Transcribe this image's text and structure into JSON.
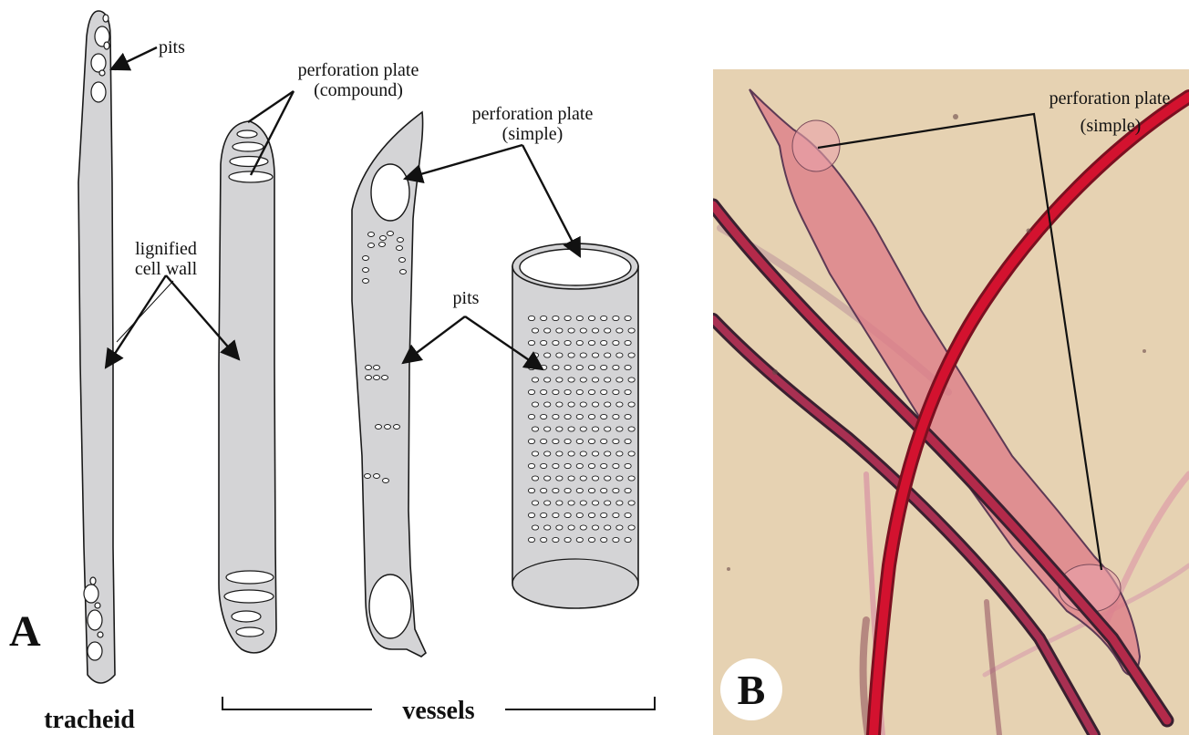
{
  "panel_a": {
    "letter": "A",
    "labels": {
      "pits_top": "pits",
      "perforation_compound_line1": "perforation plate",
      "perforation_compound_line2": "(compound)",
      "perforation_simple_line1": "perforation plate",
      "perforation_simple_line2": "(simple)",
      "lignified_line1": "lignified",
      "lignified_line2": "cell wall",
      "pits_middle": "pits",
      "tracheid": "tracheid",
      "vessels": "vessels"
    }
  },
  "panel_b": {
    "letter": "B",
    "labels": {
      "perforation_line1": "perforation plate",
      "perforation_line2": "(simple)"
    }
  },
  "colors": {
    "cell_fill": "#d4d4d6",
    "outline": "#1a1a1a",
    "photo_background": "#e6d2b2",
    "fiber_red": "#c8102e",
    "vessel_pink": "#dd7c88"
  }
}
